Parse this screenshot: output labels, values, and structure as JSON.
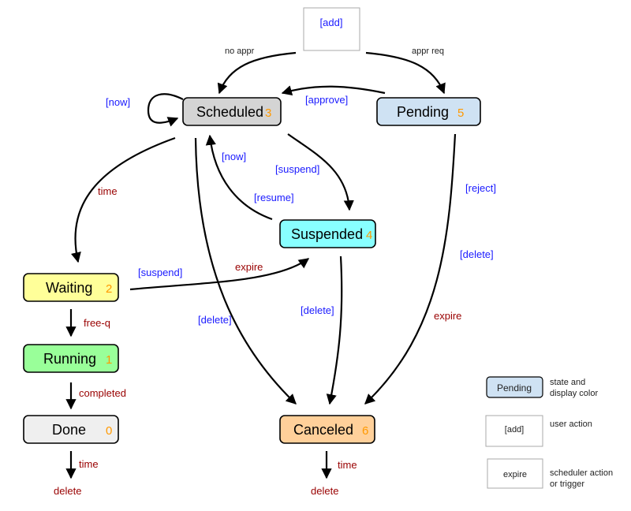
{
  "colors": {
    "scheduled": "#d4d4d4",
    "pending": "#cfe2f3",
    "suspended": "#88ffff",
    "waiting": "#ffff99",
    "running": "#99ff99",
    "done": "#efefef",
    "canceled": "#ffd09a",
    "count": "#ff9900",
    "user_action": "#1a1aff",
    "scheduler_action": "#990000"
  },
  "add_box": {
    "label": "[add]"
  },
  "states": {
    "scheduled": {
      "name": "Scheduled",
      "count": "3"
    },
    "pending": {
      "name": "Pending",
      "count": "5"
    },
    "suspended": {
      "name": "Suspended",
      "count": "4"
    },
    "waiting": {
      "name": "Waiting",
      "count": "2"
    },
    "running": {
      "name": "Running",
      "count": "1"
    },
    "done": {
      "name": "Done",
      "count": "0"
    },
    "canceled": {
      "name": "Canceled",
      "count": "6"
    }
  },
  "edges": {
    "no_appr": "no appr",
    "appr_req": "appr req",
    "now_self": "[now]",
    "approve": "[approve]",
    "now_resume": "[now]",
    "suspend_sched": "[suspend]",
    "resume": "[resume]",
    "time_waiting": "time",
    "reject": "[reject]",
    "delete_pending": "[delete]",
    "expire_pending": "expire",
    "suspend_waiting": "[suspend]",
    "expire_waiting": "expire",
    "delete_suspended": "[delete]",
    "delete_scheduled": "[delete]",
    "free_q": "free-q",
    "completed": "completed",
    "time_done": "time",
    "delete_done": "delete",
    "time_canceled": "time",
    "delete_canceled": "delete"
  },
  "legend": {
    "state_box": "Pending",
    "state_text_1": "state and",
    "state_text_2": "display color",
    "action_box": "[add]",
    "action_text": "user action",
    "trigger_box": "expire",
    "trigger_text_1": "scheduler action",
    "trigger_text_2": "or trigger"
  }
}
